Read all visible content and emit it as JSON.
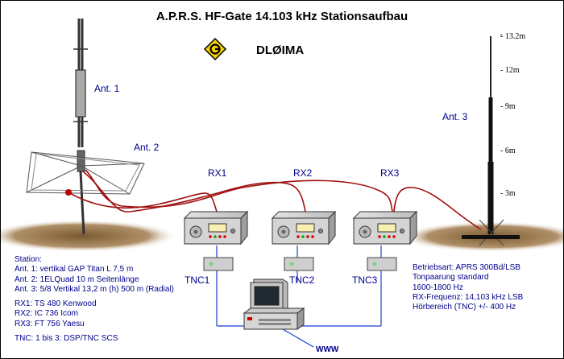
{
  "title": "A.P.R.S. HF-Gate 14.103 kHz Stationsaufbau",
  "callsign": "DLØIMA",
  "logo_icon": "g-logo-icon",
  "antennas": {
    "ant1": "Ant. 1",
    "ant2": "Ant. 2",
    "ant3": "Ant. 3"
  },
  "receivers": [
    "RX1",
    "RX2",
    "RX3"
  ],
  "tncs": [
    "TNC1",
    "TNC2",
    "TNC3"
  ],
  "www": "WWW",
  "mast_heights": [
    "- 13.2m",
    "- 12m",
    "- 9m",
    "- 6m",
    "- 3m"
  ],
  "station_lines": [
    "Station:",
    "Ant. 1: vertikal GAP Titan L 7,5 m",
    "Ant. 2: 1ELQuad 10 m Seitenlänge",
    "Ant. 3: 5/8 Vertikal 13,2 m (h) 500 m (Radial)",
    "",
    "RX1: TS 480 Kenwood",
    "RX2: IC 736 Icom",
    "RX3: FT 756 Yaesu",
    "",
    "TNC: 1 bis 3: DSP/TNC SCS"
  ],
  "settings_lines": [
    "Betriebsart: APRS 300Bd/LSB",
    "Tonpaarung standard",
    "1600-1800 Hz",
    "RX-Frequenz: 14,103 kHz LSB",
    "Hörbereich (TNC) +/- 400 Hz"
  ],
  "colors": {
    "text_blue": "#00008b",
    "cable_red": "#a01010",
    "wire_blue": "#1a3fd0",
    "logo_yellow": "#f2d000"
  }
}
